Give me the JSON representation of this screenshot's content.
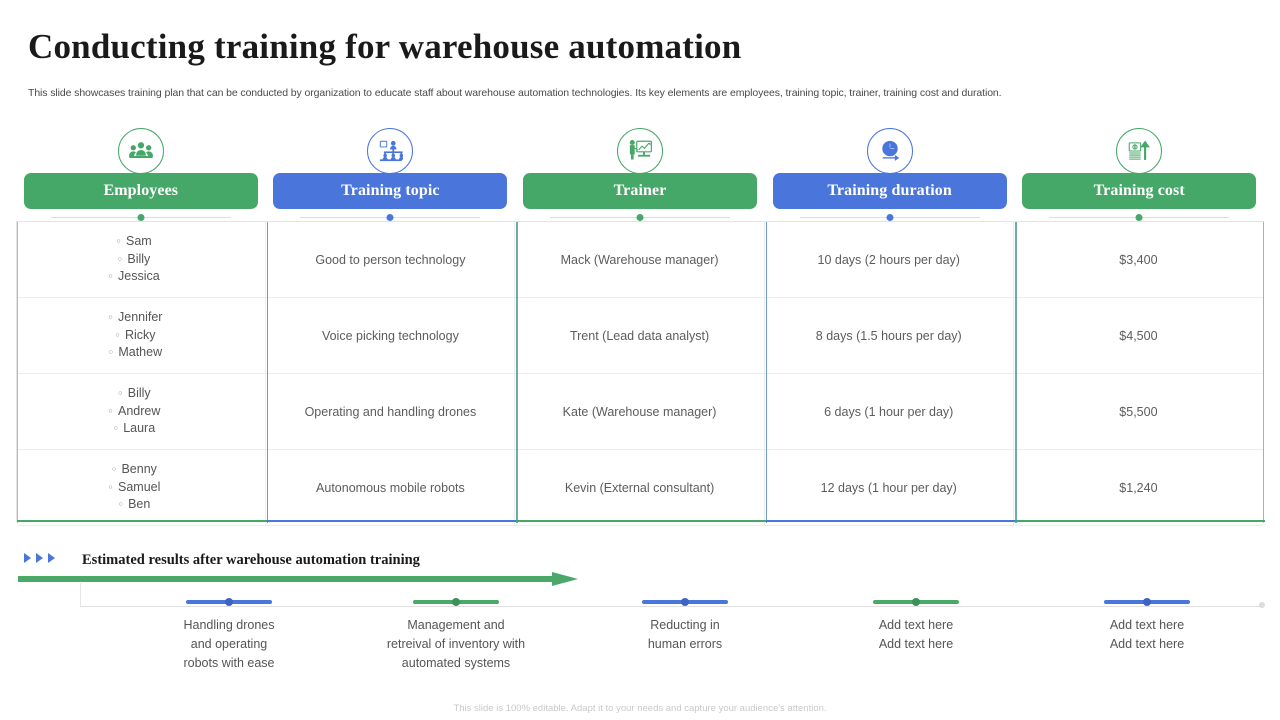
{
  "slide": {
    "title": "Conducting training for warehouse automation",
    "subtitle": "This slide showcases training plan that can be conducted by organization to educate staff about warehouse automation technologies. Its key elements are employees, training topic, trainer, training cost and duration.",
    "footer": "This slide is 100% editable. Adapt it to your needs and capture your audience's attention."
  },
  "colors": {
    "green": "#45a868",
    "blue": "#4a76dc",
    "arrow_green": "#4aa868",
    "text": "#555555",
    "title": "#1a1a1a"
  },
  "columns": [
    {
      "label": "Employees",
      "color": "green",
      "icon": "group-people-icon"
    },
    {
      "label": "Training topic",
      "color": "blue",
      "icon": "org-chart-icon"
    },
    {
      "label": "Trainer",
      "color": "green",
      "icon": "presenter-whiteboard-icon"
    },
    {
      "label": "Training duration",
      "color": "blue",
      "icon": "clock-arrow-icon"
    },
    {
      "label": "Training cost",
      "color": "green",
      "icon": "money-growth-icon"
    }
  ],
  "rows": [
    {
      "employees": [
        "Sam",
        "Billy",
        "Jessica"
      ],
      "topic": "Good to person technology",
      "trainer": "Mack (Warehouse manager)",
      "duration": "10 days (2 hours per day)",
      "cost": "$3,400"
    },
    {
      "employees": [
        "Jennifer",
        "Ricky",
        "Mathew"
      ],
      "topic": "Voice picking technology",
      "trainer": "Trent (Lead data analyst)",
      "duration": "8 days  (1.5 hours per day)",
      "cost": "$4,500"
    },
    {
      "employees": [
        "Billy",
        "Andrew",
        "Laura"
      ],
      "topic": "Operating and handling drones",
      "trainer": "Kate (Warehouse manager)",
      "duration": "6 days (1 hour per day)",
      "cost": "$5,500"
    },
    {
      "employees": [
        "Benny",
        "Samuel",
        "Ben"
      ],
      "topic": "Autonomous mobile robots",
      "trainer": "Kevin (External consultant)",
      "duration": "12 days (1 hour per day)",
      "cost": "$1,240"
    }
  ],
  "results": {
    "heading": "Estimated results after warehouse automation training",
    "ticks": [
      {
        "color": "blue",
        "lines": [
          "Handling drones",
          "and operating",
          "robots with ease"
        ]
      },
      {
        "color": "green",
        "lines": [
          "Management and",
          "retreival of inventory  with",
          "automated systems"
        ]
      },
      {
        "color": "blue",
        "lines": [
          "Reducting in",
          "human errors"
        ]
      },
      {
        "color": "green",
        "lines": [
          "Add text here",
          "Add text here"
        ]
      },
      {
        "color": "blue",
        "lines": [
          "Add text here",
          "Add text here"
        ]
      }
    ]
  }
}
